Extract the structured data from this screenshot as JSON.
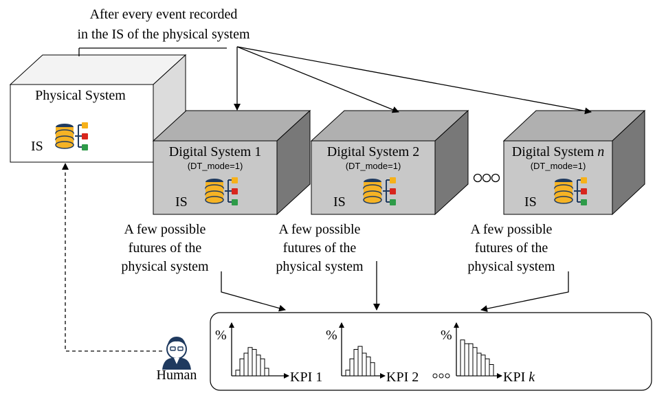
{
  "top_caption": {
    "line1": "After every event recorded",
    "line2": "in the IS of the physical system"
  },
  "physical_system": {
    "title": "Physical System",
    "is_label": "IS"
  },
  "digital_systems": [
    {
      "title": "Digital System 1",
      "title_name": "Digital System",
      "title_index": "1",
      "mode": "(DT_mode=1)",
      "is_label": "IS"
    },
    {
      "title": "Digital System 2",
      "title_name": "Digital System",
      "title_index": "2",
      "mode": "(DT_mode=1)",
      "is_label": "IS"
    },
    {
      "title": "Digital System n",
      "title_name": "Digital System",
      "title_index": "n",
      "mode": "(DT_mode=1)",
      "is_label": "IS"
    }
  ],
  "futures_text": [
    [
      "A few possible",
      "futures of the",
      "physical system"
    ],
    [
      "A few possible",
      "futures of the",
      "physical system"
    ],
    [
      "A few possible",
      "futures of the",
      "physical system"
    ]
  ],
  "human": {
    "label": "Human"
  },
  "kpis": [
    {
      "ylabel": "%",
      "label": "KPI 1",
      "name": "KPI",
      "index": "1"
    },
    {
      "ylabel": "%",
      "label": "KPI 2",
      "name": "KPI",
      "index": "2"
    },
    {
      "ylabel": "%",
      "label": "KPI k",
      "name": "KPI",
      "index": "k"
    }
  ],
  "histograms": [
    [
      0.15,
      0.45,
      0.6,
      0.75,
      0.7,
      0.55,
      0.45,
      0.2
    ],
    [
      0.15,
      0.45,
      0.7,
      0.78,
      0.6,
      0.5,
      0.35
    ],
    [
      0.95,
      0.85,
      0.85,
      0.75,
      0.6,
      0.55,
      0.45,
      0.3
    ]
  ],
  "colors": {
    "box_front": "#c8c8c8",
    "box_top": "#b0b0b0",
    "box_side": "#787878",
    "physical_front": "#ffffff",
    "physical_top": "#f3f3f3",
    "physical_side": "#dcdcdc",
    "db_gold": "#f5b325",
    "db_dark": "#1f3a5f",
    "node_yellow": "#f6b11a",
    "node_red": "#d8261d",
    "node_green": "#2e9b48"
  }
}
